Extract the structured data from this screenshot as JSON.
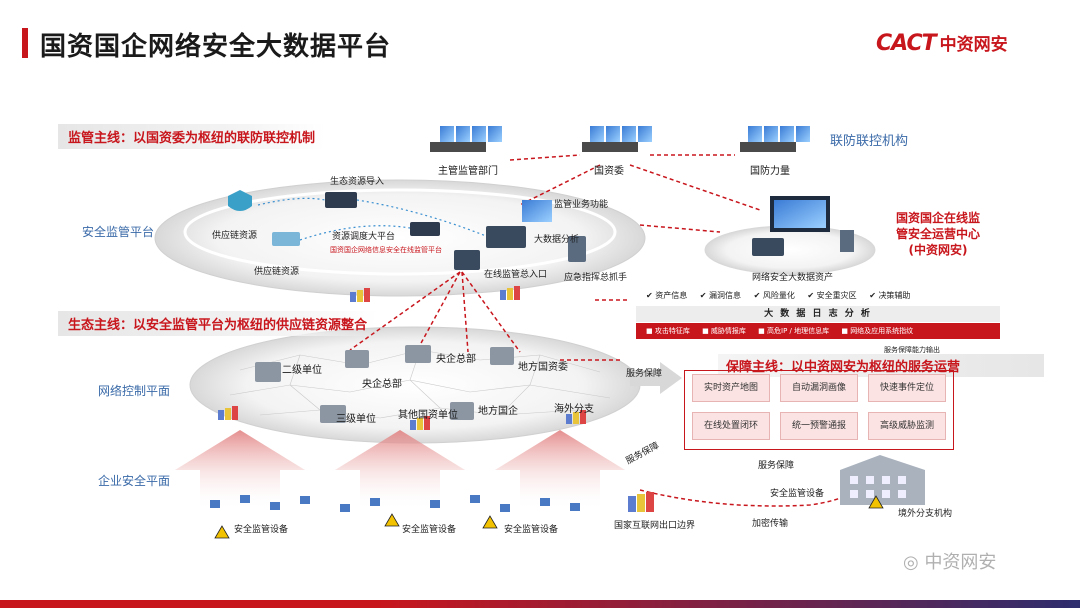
{
  "header": {
    "title": "国资国企网络安全大数据平台",
    "brand_logo": "CACT",
    "brand_name": "中资网安"
  },
  "mainlines": {
    "supervision": "监管主线：以国资委为枢纽的联防联控机制",
    "ecology": "生态主线：以安全监管平台为枢纽的供应链资源整合",
    "guarantee": "保障主线：以中资网安为枢纽的服务运营"
  },
  "planes": {
    "security_supervision": "安全监管平台",
    "network_control": "网络控制平面",
    "enterprise_security": "企业安全平面"
  },
  "top_nodes": {
    "main_dept": "主管监管部门",
    "sasac": "国资委",
    "defense": "国防力量",
    "joint_mechanism": "联防联控机构"
  },
  "supervision_plane": {
    "eco_import": "生态资源导入",
    "supply_chain_1": "供应链资源",
    "supply_chain_2": "供应链资源",
    "resource_platform": "资源调度大平台",
    "platform_red": "国资国企网络信息安全在线监管平台",
    "biz_function": "监管业务功能",
    "big_data": "大数据分析",
    "entrance": "在线监管总入口",
    "emergency": "应急指挥总抓手"
  },
  "soc": {
    "line1": "国资国企在线监",
    "line2": "管安全运营中心",
    "line3": "(中资网安)",
    "asset_label": "网络安全大数据资产"
  },
  "analysis": {
    "top_items": [
      "资产信息",
      "漏洞信息",
      "风险量化",
      "安全重灾区",
      "决策辅助"
    ],
    "title": "大 数 据 日 志 分 析",
    "bottom_items": [
      "攻击特征库",
      "威胁情报库",
      "高危IP / 地理信息库",
      "网络及应用系统指纹"
    ]
  },
  "network_nodes": {
    "level2": "二级单位",
    "central_hq": "央企总部",
    "central_hq2": "央企总部",
    "local_sasac": "地方国资委",
    "level3": "三级单位",
    "other_units": "其他国资单位",
    "local_soe": "地方国企",
    "overseas": "海外分支"
  },
  "service": {
    "capability_out": "服务保障能力输出",
    "guarantee_1": "服务保障",
    "guarantee_2": "服务保障",
    "guarantee_3": "服务保障",
    "items": [
      "实时资产地图",
      "自动漏洞画像",
      "快速事件定位",
      "在线处置闭环",
      "统一预警通报",
      "高级威胁监测"
    ]
  },
  "enterprise": {
    "device_1": "安全监管设备",
    "device_2": "安全监管设备",
    "device_3": "安全监管设备",
    "device_4": "安全监管设备",
    "border": "国家互联网出口边界",
    "encrypted": "加密传输",
    "overseas_org": "境外分支机构"
  },
  "watermark": "中资网安",
  "colors": {
    "accent_red": "#c8161d",
    "plane_blue": "#3a6aa8",
    "navy": "#2d2d6e"
  }
}
